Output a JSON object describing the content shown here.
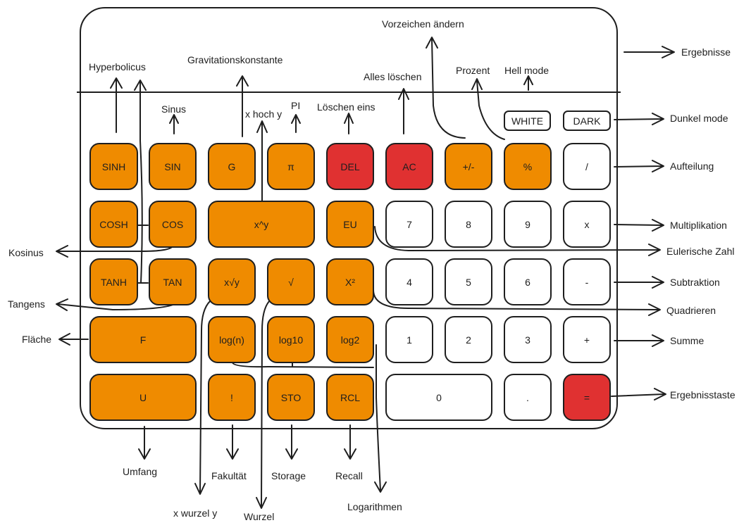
{
  "colors": {
    "accent": "#ef8b00",
    "danger": "#e03131",
    "neutral": "#ffffff",
    "stroke": "#1e1e1e"
  },
  "mode": {
    "white": "WHITE",
    "dark": "DARK"
  },
  "keys": {
    "sinh": "SINH",
    "sin": "SIN",
    "g": "G",
    "pi": "π",
    "del": "DEL",
    "ac": "AC",
    "sign": "+/-",
    "percent": "%",
    "divide": "/",
    "cosh": "COSH",
    "cos": "COS",
    "power": "x^y",
    "eu": "EU",
    "d7": "7",
    "d8": "8",
    "d9": "9",
    "multiply": "x",
    "tanh": "TANH",
    "tan": "TAN",
    "xroot": "x√y",
    "sqrt": "√",
    "square": "X²",
    "d4": "4",
    "d5": "5",
    "d6": "6",
    "minus": "-",
    "f": "F",
    "logn": "log(n)",
    "log10": "log10",
    "log2": "log2",
    "d1": "1",
    "d2": "2",
    "d3": "3",
    "plus": "+",
    "u": "U",
    "fact": "!",
    "sto": "STO",
    "rcl": "RCL",
    "d0": "0",
    "dot": ".",
    "equals": "="
  },
  "annotations": {
    "hyperbolicus": "Hyperbolicus",
    "gravitationskonstante": "Gravitationskonstante",
    "sinus": "Sinus",
    "x_hoch_y": "x hoch y",
    "pi": "PI",
    "loeschen_eins": "Löschen eins",
    "alles_loeschen": "Alles löschen",
    "vorzeichen": "Vorzeichen ändern",
    "prozent": "Prozent",
    "hell_mode": "Hell mode",
    "ergebnisse": "Ergebnisse",
    "dunkel_mode": "Dunkel mode",
    "aufteilung": "Aufteilung",
    "multiplikation": "Multiplikation",
    "eulerische_zahl": "Eulerische Zahl",
    "subtraktion": "Subtraktion",
    "quadrieren": "Quadrieren",
    "summe": "Summe",
    "ergebnistaste": "Ergebnisstaste",
    "kosinus": "Kosinus",
    "tangens": "Tangens",
    "flaeche": "Fläche",
    "umfang": "Umfang",
    "fakultaet": "Fakultät",
    "storage": "Storage",
    "recall": "Recall",
    "logarithmen": "Logarithmen",
    "x_wurzel_y": "x wurzel y",
    "wurzel": "Wurzel"
  }
}
